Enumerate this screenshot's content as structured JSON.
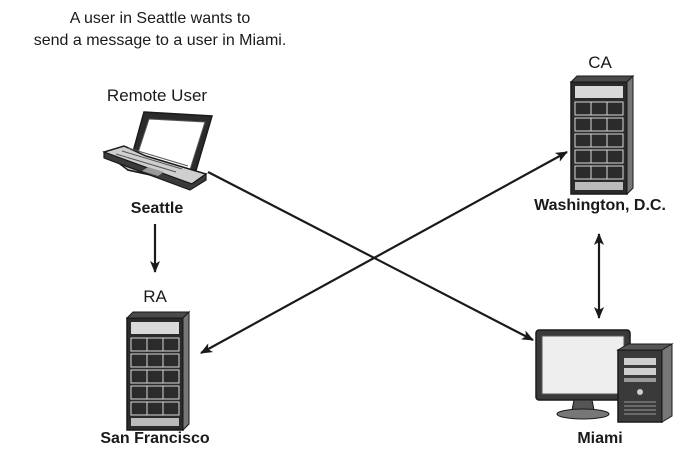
{
  "caption": {
    "line1": "A user in Seattle wants to",
    "line2": "send a message to a user in Miami."
  },
  "nodes": {
    "seattle": {
      "role": "Remote User",
      "city": "Seattle",
      "icon": "laptop-icon"
    },
    "san_francisco": {
      "role": "RA",
      "city": "San Francisco",
      "icon": "server-rack-icon"
    },
    "washington": {
      "role": "CA",
      "city": "Washington, D.C.",
      "icon": "server-rack-icon"
    },
    "miami": {
      "city": "Miami",
      "icon": "desktop-computer-icon"
    }
  },
  "connections": [
    {
      "from": "Seattle",
      "to": "San Francisco",
      "direction": "one-way"
    },
    {
      "from": "Seattle",
      "to": "Miami",
      "direction": "one-way"
    },
    {
      "from": "San Francisco",
      "to": "Washington, D.C.",
      "direction": "two-way"
    },
    {
      "from": "Washington, D.C.",
      "to": "Miami",
      "direction": "two-way"
    }
  ],
  "colors": {
    "ink": "#1a1a1a",
    "rack": "#2b2b2b",
    "rack_light": "#d9d9d9",
    "screen": "#eeeeee"
  }
}
